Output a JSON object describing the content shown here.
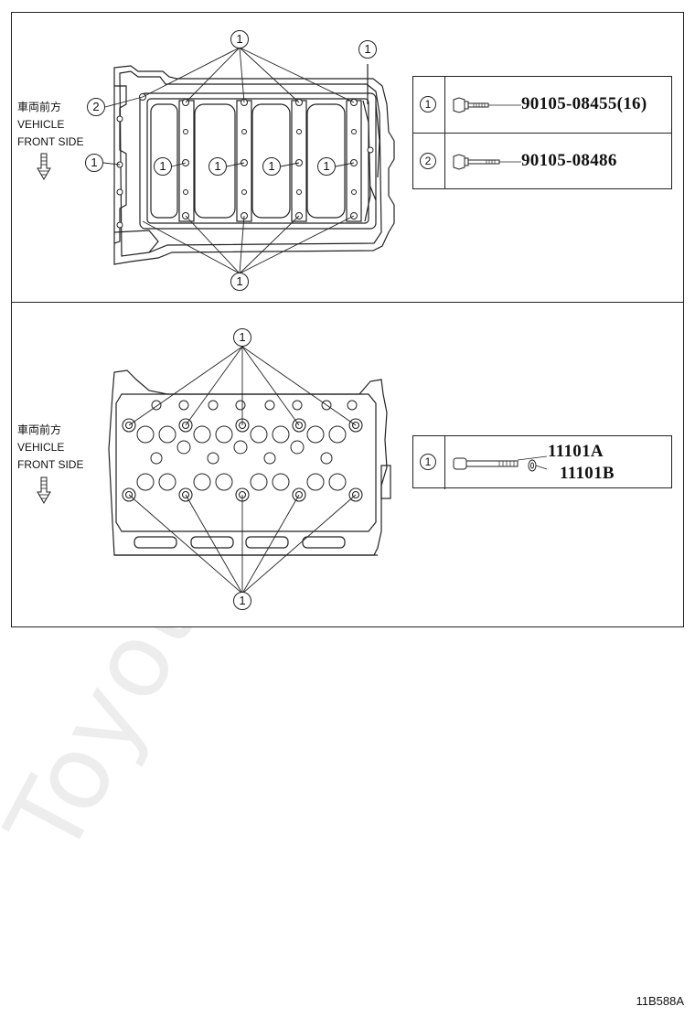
{
  "panels": [
    {
      "front_label": {
        "jp": "車両前方",
        "line1": "VEHICLE",
        "line2": "FRONT SIDE"
      },
      "callouts": [
        "1",
        "1",
        "2",
        "1",
        "1",
        "1",
        "1",
        "1",
        "1"
      ],
      "legend": [
        {
          "ref": "1",
          "part_number": "90105-08455(16)"
        },
        {
          "ref": "2",
          "part_number": "90105-08486"
        }
      ]
    },
    {
      "front_label": {
        "jp": "車両前方",
        "line1": "VEHICLE",
        "line2": "FRONT SIDE"
      },
      "callouts": [
        "1",
        "1"
      ],
      "legend": [
        {
          "ref": "1",
          "part_numbers": [
            "11101A",
            "11101B"
          ]
        }
      ]
    }
  ],
  "watermark": "ToyotaCarMine.ru",
  "diagram_code": "11B588A"
}
